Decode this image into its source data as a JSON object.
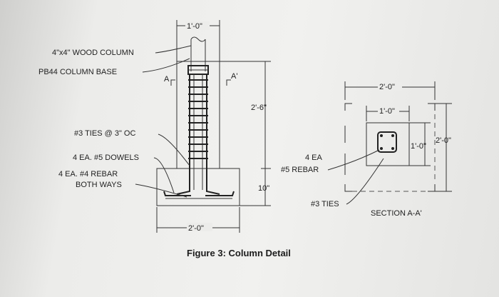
{
  "labels": {
    "column_width": "1'-0\"",
    "wood_column": "4\"x4\" WOOD COLUMN",
    "column_base": "PB44 COLUMN BASE",
    "ties": "#3 TIES @ 3\" OC",
    "dowels": "4 EA. #5 DOWELS",
    "rebar_line1": "4 EA. #4 REBAR",
    "rebar_line2": "BOTH WAYS",
    "pier_height": "2'-6\"",
    "footing_depth": "10\"",
    "footing_width": "2'-0\"",
    "section_mark_a": "A",
    "section_mark_a_prime": "A'",
    "sec_rebar_line1": "4 EA",
    "sec_rebar_line2": "#5 REBAR",
    "sec_ties": "#3 TIES",
    "sec_outer_width": "2'-0\"",
    "sec_inner_width": "1'-0\"",
    "sec_inner_height": "1'-0\"",
    "sec_outer_height": "2'-0\"",
    "section_title": "SECTION A-A'"
  },
  "caption": "Figure 3: Column Detail"
}
